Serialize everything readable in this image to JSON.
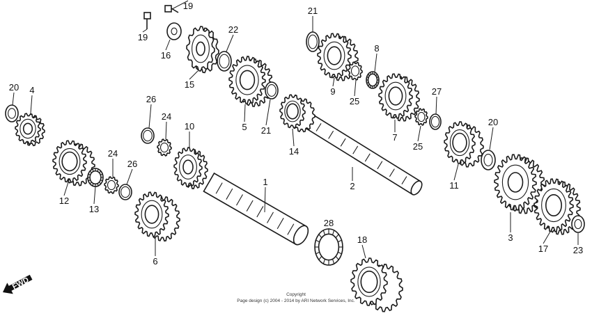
{
  "diagram": {
    "parts": [
      "1",
      "2",
      "3",
      "4",
      "5",
      "6",
      "7",
      "8",
      "9",
      "10",
      "11",
      "12",
      "13",
      "14",
      "15",
      "16",
      "17",
      "18",
      "19",
      "19",
      "20",
      "20",
      "21",
      "21",
      "22",
      "23",
      "24",
      "24",
      "25",
      "25",
      "26",
      "26",
      "27",
      "28"
    ],
    "direction_label": "FWD",
    "copyright_line1": "Copyright",
    "copyright_line2": "Page design (c) 2004 - 2014 by ARI Network Services, Inc."
  }
}
